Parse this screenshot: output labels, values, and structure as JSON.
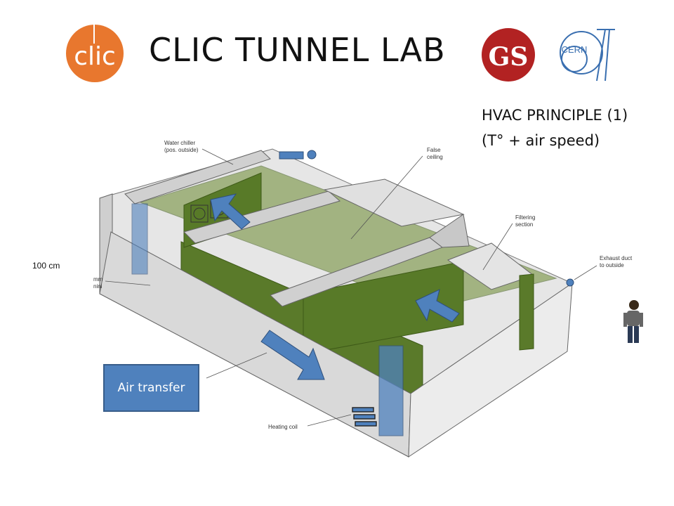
{
  "title": "CLIC TUNNEL LAB",
  "subtitle_line1": "HVAC PRINCIPLE (1)",
  "subtitle_line2": "(T° + air speed)",
  "logos": {
    "clic": "clic",
    "gs": "GS",
    "cern": "CERN"
  },
  "dimension_label": "100 cm",
  "cut_label_line1": "mm",
  "cut_label_line2": "nini",
  "air_transfer_label": "Air transfer",
  "callouts": {
    "water_chiller_line1": "Water chiller",
    "water_chiller_line2": "(pos. outside)",
    "false_ceiling_line1": "False",
    "false_ceiling_line2": "ceiling",
    "filtering_line1": "Filtering",
    "filtering_line2": "section",
    "exhaust_line1": "Exhaust duct",
    "exhaust_line2": "to outside",
    "heating_coil": "Heating coil"
  },
  "colors": {
    "clic_orange": "#e8772e",
    "gs_red": "#b22222",
    "cern_blue": "#3a6fb0",
    "arrow_blue": "#4f81bd",
    "wall_green": "#5a7a2a",
    "wall_gray": "#d9d9d9"
  }
}
